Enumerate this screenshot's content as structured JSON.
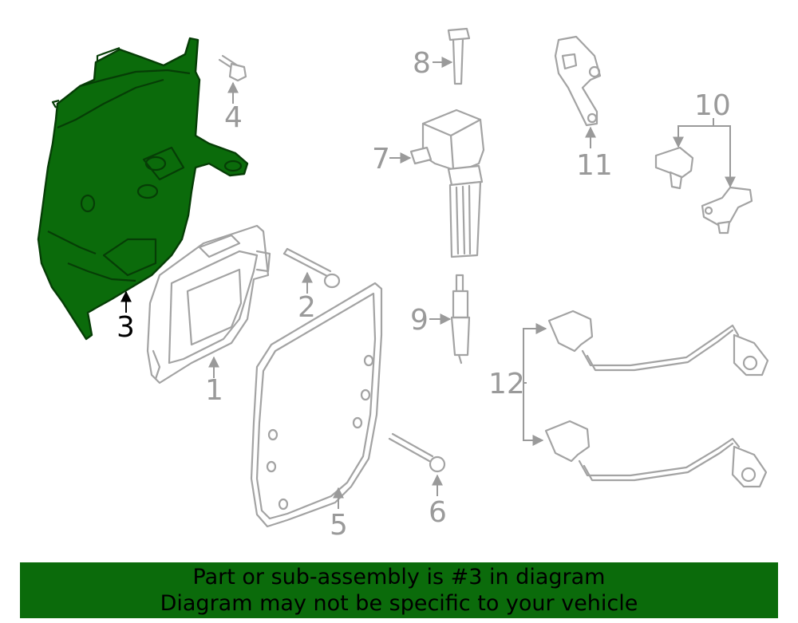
{
  "diagram": {
    "callouts": {
      "c1": "1",
      "c2": "2",
      "c3": "3",
      "c4": "4",
      "c5": "5",
      "c6": "6",
      "c7": "7",
      "c8": "8",
      "c9": "9",
      "c10": "10",
      "c11": "11",
      "c12": "12"
    },
    "highlighted_part": "3",
    "colors": {
      "highlight": "#0b6b0b",
      "line_art": "#a3a3a3",
      "callout_text": "#9a9a9a"
    }
  },
  "banner": {
    "line1": "Part or sub-assembly is #3 in diagram",
    "line2": "Diagram may not be specific to your vehicle"
  }
}
